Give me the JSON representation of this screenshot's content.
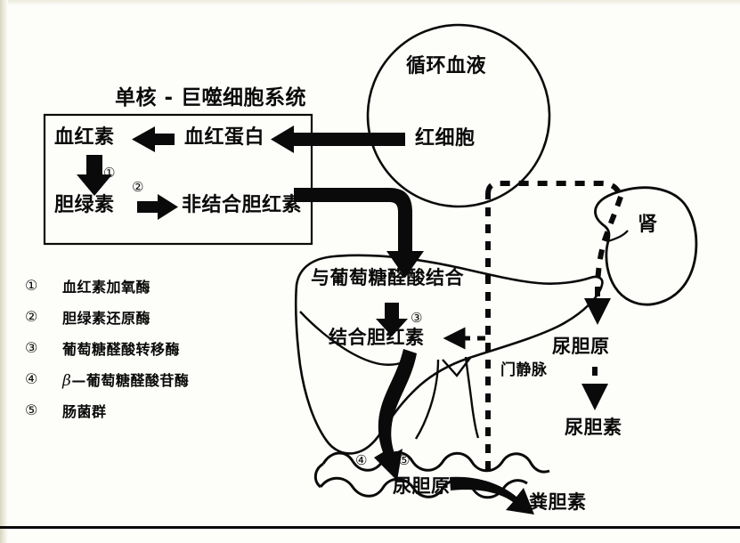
{
  "figure": {
    "title_text": "单核 - 巨噬细胞系统",
    "ink_color": "#0a0a0a",
    "background_color": "#fdfdfa"
  },
  "mps_box": {
    "heme_label": "血红素",
    "hemoglobin_label": "血红蛋白",
    "biliverdin_label": "胆绿素",
    "unconjugated_bilirubin_label": "非结合胆红素",
    "enzyme_marker_1": "①",
    "enzyme_marker_2": "②"
  },
  "blood": {
    "circle_label": "循环血液",
    "rbc_label": "红细胞"
  },
  "liver": {
    "conjugation_label": "与葡萄糖醛酸结合",
    "conjugated_bilirubin_label": "结合胆红素",
    "enzyme_marker_3": "③"
  },
  "intestine": {
    "urobilinogen_label": "尿胆原",
    "stercobilin_label": "粪胆素",
    "enzyme_marker_4": "④",
    "enzyme_marker_5": "⑤"
  },
  "portal": {
    "portal_vein_label": "门静脉"
  },
  "kidney": {
    "kidney_label": "肾",
    "urobilinogen_label": "尿胆原",
    "urobilin_label": "尿胆素"
  },
  "legend": {
    "items": [
      {
        "mark": "①",
        "text": "血红素加氧酶"
      },
      {
        "mark": "②",
        "text": "胆绿素还原酶"
      },
      {
        "mark": "③",
        "text": "葡萄糖醛酸转移酶"
      },
      {
        "mark": "④",
        "text": "β—葡萄糖醛酸苷酶",
        "has_beta": true,
        "beta": "β",
        "rest": "—葡萄糖醛酸苷酶"
      },
      {
        "mark": "⑤",
        "text": "肠菌群"
      }
    ]
  }
}
